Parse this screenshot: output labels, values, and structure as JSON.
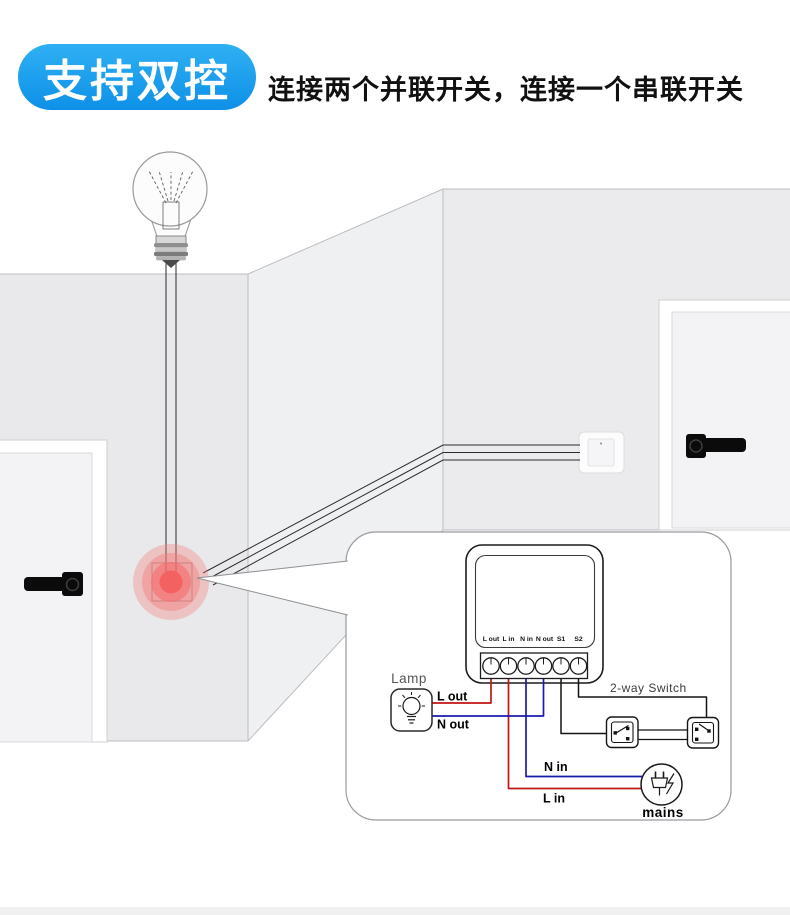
{
  "header": {
    "badge_label": "支持双控",
    "subtitle": "连接两个并联开关，连接一个串联开关"
  },
  "colors": {
    "badge_gradient_start": "#2fb0f3",
    "badge_gradient_end": "#0e90e8",
    "live_wire_red": "#c21616",
    "neutral_wire_blue": "#1a1aae",
    "switch_wire_black": "#141414",
    "highlight_red": "#f25f5f",
    "wall_gray": "#ebebed",
    "wall_line": "#bdbdc2"
  },
  "diagram": {
    "module_terminals": [
      "L out",
      "L in",
      "N in",
      "N out",
      "S1",
      "S2"
    ],
    "lamp_label": "Lamp",
    "l_out_label": "L out",
    "n_out_label": "N out",
    "n_in_label": "N in",
    "l_in_label": "L in",
    "two_way_switch_label": "2-way Switch",
    "mains_label": "mains"
  }
}
